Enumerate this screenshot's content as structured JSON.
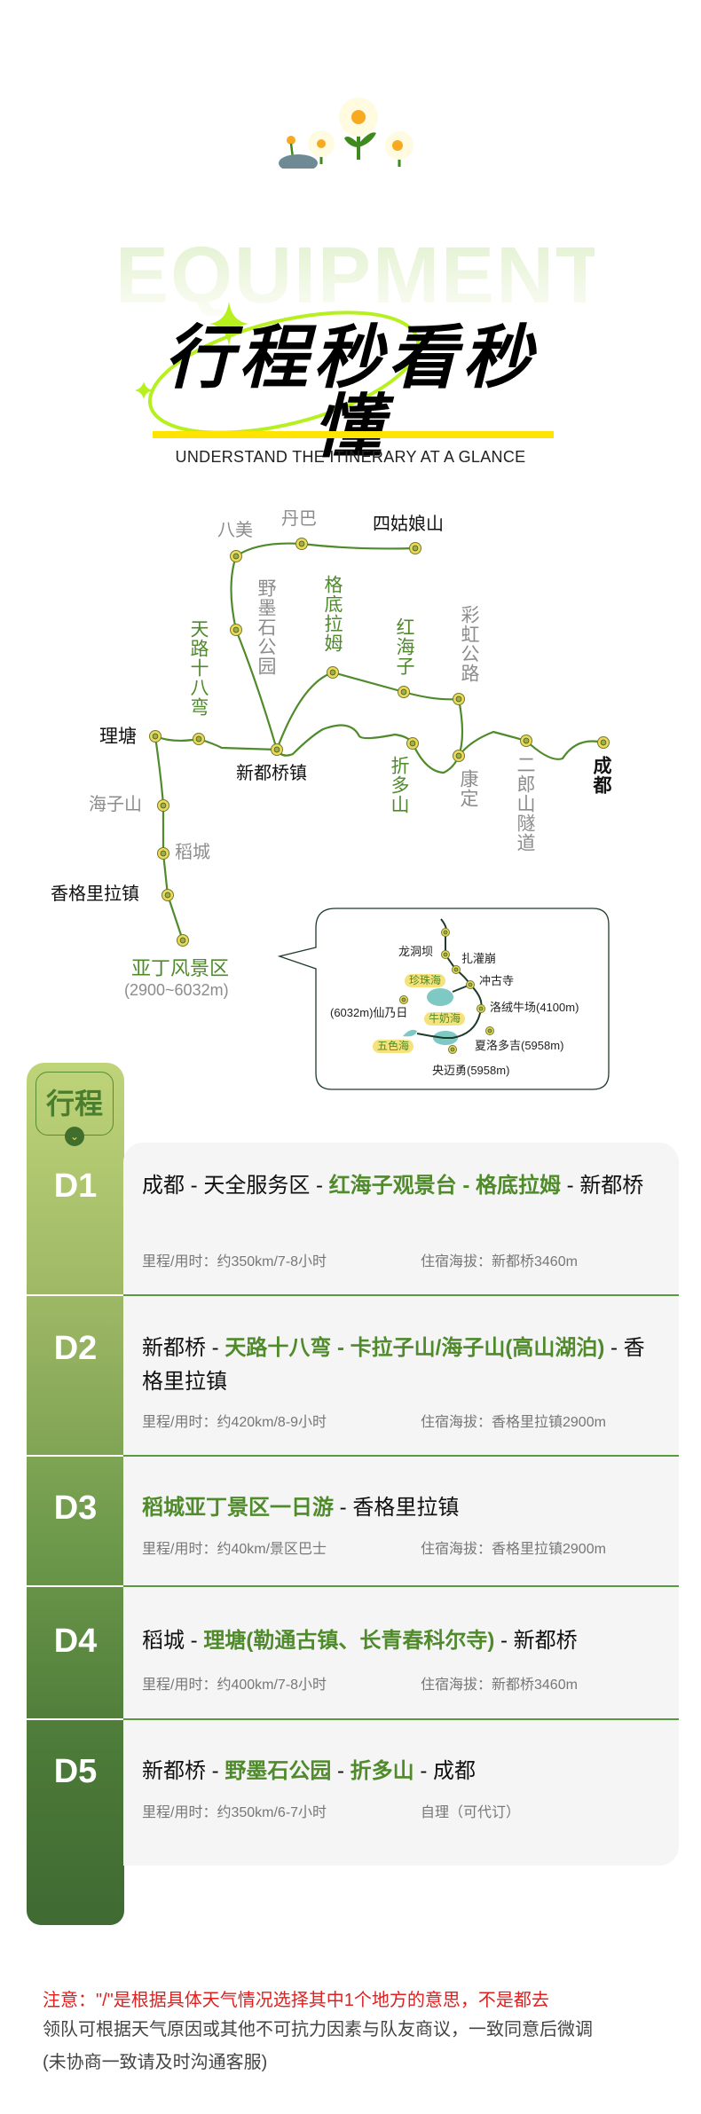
{
  "header": {
    "watermark": "EQUIPMENT",
    "title": "行程秒看秒懂",
    "subtitle": "UNDERSTAND THE ITINERARY AT A GLANCE"
  },
  "colors": {
    "accent_green": "#4f8a2b",
    "highlight_yellow": "#ffe400",
    "note_red": "#e02020"
  },
  "map": {
    "litang": "理塘",
    "tianlu": "天路十八弯",
    "xinduqiao": "新都桥镇",
    "bamei": "八美",
    "danba": "丹巴",
    "siguniang": "四姑娘山",
    "yemoshi": "野墨石公园",
    "gedilamu": "格底拉姆",
    "honghaizi": "红海子",
    "caihong": "彩虹公路",
    "zheduo": "折多山",
    "kangding": "康定",
    "erlang": "二郎山隧道",
    "chengdu": "成都",
    "haizishan": "海子山",
    "daocheng": "稻城",
    "shangri_la": "香格里拉镇",
    "yading": "亚丁风景区",
    "yading_range": "(2900~6032m)"
  },
  "callout": {
    "longdongba": "龙洞坝",
    "zhaguanbeng": "扎灌崩",
    "chonggusi": "冲古寺",
    "luorong": "洛绒牛场(4100m)",
    "xiannairi": "(6032m)仙乃日",
    "xialuoduoji": "夏洛多吉(5958m)",
    "yangmaiyong": "央迈勇(5958m)",
    "zhenzhuhai": "珍珠海",
    "niunaihai": "牛奶海",
    "wusehai": "五色海"
  },
  "itinerary": {
    "badge": "行程",
    "days": [
      {
        "day": "D1",
        "segments": [
          "成都 - 天全服务区 - ",
          "红海子观景台 - 格底拉姆",
          " - 新都桥"
        ],
        "distance": "里程/用时：约350km/7-8小时",
        "lodging": "住宿海拔：新都桥3460m"
      },
      {
        "day": "D2",
        "segments": [
          "新都桥 - ",
          "天路十八弯 - 卡拉子山/海子山(高山湖泊)",
          " - 香格里拉镇"
        ],
        "distance": "里程/用时：约420km/8-9小时",
        "lodging": "住宿海拔：香格里拉镇2900m"
      },
      {
        "day": "D3",
        "segments": [
          "稻城亚丁景区一日游",
          " - 香格里拉镇"
        ],
        "distance": "里程/用时：约40km/景区巴士",
        "lodging": "住宿海拔：香格里拉镇2900m"
      },
      {
        "day": "D4",
        "segments": [
          "稻城 - ",
          "理塘(勒通古镇、长青春科尔寺)",
          " - 新都桥"
        ],
        "distance": "里程/用时：约400km/7-8小时",
        "lodging": "住宿海拔：新都桥3460m"
      },
      {
        "day": "D5",
        "segments": [
          "新都桥 - ",
          "野墨石公园",
          " - ",
          "折多山",
          " - 成都"
        ],
        "distance": "里程/用时：约350km/6-7小时",
        "lodging": "自理（可代订）"
      }
    ]
  },
  "notes": {
    "warning": "注意：\"/\"是根据具体天气情况选择其中1个地方的意思，不是都去",
    "line2": "领队可根据天气原因或其他不可抗力因素与队友商议，一致同意后微调",
    "line3": "(未协商一致请及时沟通客服)"
  }
}
